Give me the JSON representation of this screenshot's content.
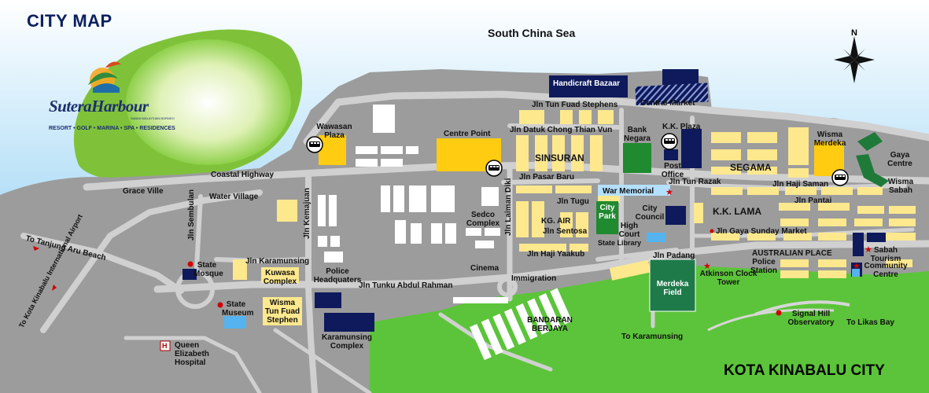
{
  "title": "CITY MAP",
  "footer_title": "KOTA KINABALU CITY",
  "sea_label": "South China Sea",
  "compass_label": "N",
  "logo": {
    "name": "SuteraHarbour",
    "tagline": "RESORT • GOLF • MARINA • SPA • RESIDENCES",
    "small": "SABAH MALAYSIAN BORNEO"
  },
  "colors": {
    "sea": "#7ec8ee",
    "land": "#9c9c9c",
    "road": "#d0d0d0",
    "park": "#5cc43a",
    "building_yellow": "#fde88e",
    "building_gold": "#ffcc11",
    "building_navy": "#0e1a5c",
    "water": "#55b3f0"
  },
  "labels": {
    "handicraft_bazaar": "Handicraft Bazaar",
    "central_market": "Central Market",
    "jln_tun_fuad_stephens": "Jln Tun Fuad Stephens",
    "jln_datuk_chong": "Jln Datuk Chong Thian Vun",
    "bank_negara": "Bank Negara",
    "kk_plaza": "K.K. Plaza",
    "post_office": "Post Office",
    "wisma_merdeka": "Wisma Merdeka",
    "gaya_centre": "Gaya Centre",
    "wisma_sabah": "Wisma Sabah",
    "wawasan_plaza": "Wawasan Plaza",
    "centre_point": "Centre Point",
    "sinsuran": "SINSURAN",
    "segama": "SEGAMA",
    "coastal_highway": "Coastal Highway",
    "jln_pasar_baru": "Jln Pasar Baru",
    "jln_tun_razak": "Jln Tun Razak",
    "jln_haji_saman": "Jln Haji Saman",
    "grace_ville": "Grace Ville",
    "water_village": "Water Village",
    "war_memorial": "War Memorial",
    "jln_tugu": "Jln Tugu",
    "jln_pantai": "Jln Pantai",
    "city_park": "City Park",
    "city_council": "City Council",
    "kk_lama": "K.K. LAMA",
    "jln_kemajuan": "Jln Kemajuan",
    "jln_sembulan": "Jln Sembulan",
    "sedco_complex": "Sedco Complex",
    "jln_laiman_diki": "Jln Laiman Diki",
    "kg_air": "KG. AIR",
    "jln_sentosa": "Jln Sentosa",
    "high_court": "High Court",
    "jln_gaya_sunday": "Jln Gaya Sunday Market",
    "state_library": "State Library",
    "to_tanjung_aru": "To Tanjung Aru Beach",
    "jln_haji_yaakub": "Jln Haji Yaakub",
    "australian_place": "AUSTRALIAN PLACE",
    "sabah_tourism": "Sabah Tourism",
    "state_mosque": "State Mosque",
    "jln_karamunsing": "Jln Karamunsing",
    "kuwasa_complex": "Kuwasa Complex",
    "police_hq": "Police Headquaters",
    "cinema": "Cinema",
    "jln_padang": "Jln Padang",
    "police_station": "Police Station",
    "community_centre": "Community Centre",
    "atkinson": "Atkinson Clock Tower",
    "merdeka_field": "Merdeka Field",
    "jln_tunku_abdul_rahman": "Jln Tunku Abdul Rahman",
    "immigration": "Immigration",
    "to_airport": "To Kota Kinabalu International Airport",
    "state_museum": "State Museum",
    "wisma_tun_fuad": "Wisma Tun Fuad Stephen",
    "bandaran_berjaya": "BANDARAN BERJAYA",
    "signal_hill": "Signal Hill Observatory",
    "to_likas_bay": "To Likas Bay",
    "karamunsing_complex": "Karamunsing Complex",
    "to_karamunsing": "To Karamunsing",
    "queen_elizabeth": "Queen Elizabeth Hospital",
    "hospital_symbol": "H"
  }
}
